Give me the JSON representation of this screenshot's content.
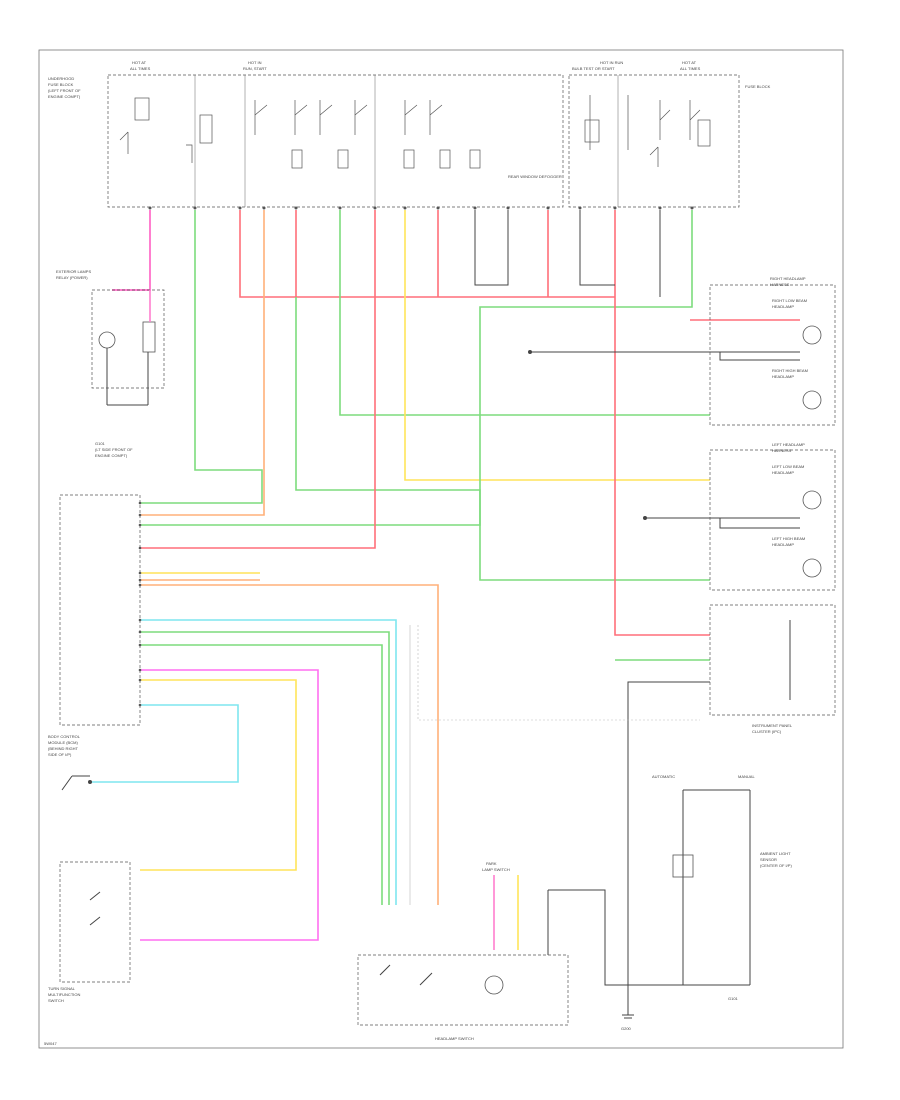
{
  "labels": {
    "left_top": [
      "HOT AT",
      "ALL TIMES"
    ],
    "mid_top": [
      "HOT IN",
      "RUN, START"
    ],
    "right_top_a": [
      "HOT IN RUN",
      "BULB TEST OR START"
    ],
    "right_top_b": [
      "HOT AT",
      "ALL TIMES"
    ],
    "fuse_block": [
      "UNDERHOOD",
      "FUSE BLOCK",
      "(LEFT FRONT OF",
      "ENGINE COMPT)"
    ],
    "fuse_box_right": "FUSE BLOCK",
    "rear_window_defogger": "REAR WINDOW DEFOGGER",
    "exterior_lamps": [
      "EXTERIOR LAMPS",
      "RELAY (POWER)"
    ],
    "g101": [
      "G101",
      "(LT SIDE FRONT OF",
      "ENGINE COMPT)"
    ],
    "right_headlamp_harness": [
      "RIGHT HEADLAMP",
      "HARNESS"
    ],
    "right_headlamp_lamps": [
      "RIGHT LOW BEAM",
      "HEADLAMP",
      "RIGHT HIGH BEAM",
      "HEADLAMP"
    ],
    "left_headlamp_harness": [
      "LEFT HEADLAMP",
      "HARNESS"
    ],
    "left_headlamp_lamps": [
      "LEFT LOW BEAM",
      "HEADLAMP",
      "LEFT HIGH BEAM",
      "HEADLAMP"
    ],
    "body_control_module": [
      "BODY CONTROL",
      "MODULE (BCM)",
      "(BEHIND RIGHT",
      "SIDE OF I/P)"
    ],
    "instrument_panel_cluster": [
      "INSTRUMENT PANEL",
      "CLUSTER (IPC)"
    ],
    "turn_signal": [
      "TURN SIGNAL",
      "MULTIFUNCTION",
      "SWITCH"
    ],
    "headlamp_switch": "HEADLAMP SWITCH",
    "ambient_sensor": [
      "AMBIENT LIGHT",
      "SENSOR",
      "(CENTER OF I/P)"
    ],
    "g200": "G200",
    "g101_bottom": "G101",
    "park_lamp_switch": [
      "PARK",
      "LAMP SWITCH"
    ],
    "automatic": "AUTOMATIC",
    "manual": "MANUAL",
    "figure_id": "5W047"
  },
  "wire_colors": {
    "pink": "#ff7fcf",
    "green": "#7ddc7d",
    "red": "#ff6f7a",
    "yellow": "#ffe45a",
    "orange": "#ffb07a",
    "cyan": "#7fe6ef",
    "magenta": "#ff6ff0",
    "black": "#444444"
  }
}
